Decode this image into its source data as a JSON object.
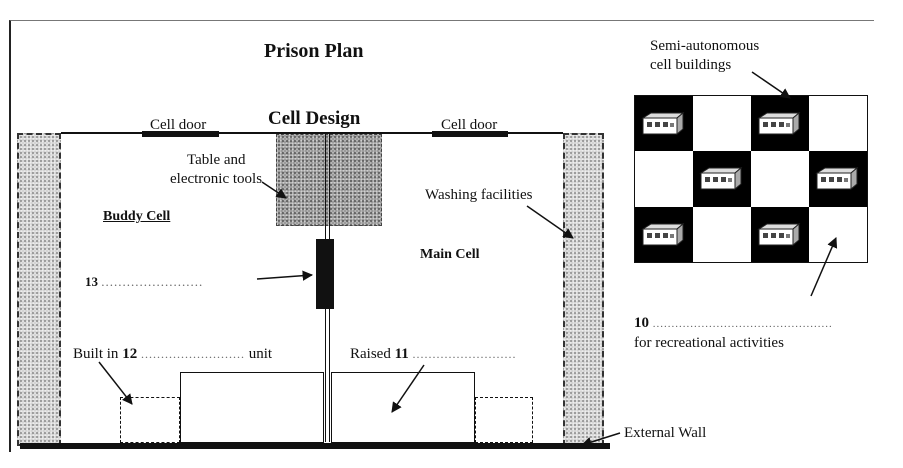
{
  "title": "Prison Plan",
  "subtitle": "Cell Design",
  "labels": {
    "cell_door_left": "Cell door",
    "cell_door_right": "Cell door",
    "table_tools_line1": "Table and",
    "table_tools_line2": "electronic tools",
    "buddy_cell": "Buddy Cell",
    "main_cell": "Main Cell",
    "washing": "Washing facilities",
    "external_wall": "External Wall",
    "semi_auto_line1": "Semi-autonomous",
    "semi_auto_line2": "cell buildings",
    "recreational": "for recreational activities"
  },
  "gaps": {
    "q13": {
      "number": "13",
      "dots": "........................"
    },
    "q12": {
      "prefix": "Built in",
      "number": "12",
      "dots": "..........................",
      "suffix": "unit"
    },
    "q11": {
      "prefix": "Raised",
      "number": "11",
      "dots": ".........................."
    },
    "q10": {
      "number": "10",
      "dots": "................................................"
    }
  },
  "grid_pattern": [
    [
      "black",
      "white",
      "black",
      "white"
    ],
    [
      "white",
      "black",
      "white",
      "black"
    ],
    [
      "black",
      "white",
      "black",
      "white"
    ]
  ],
  "colors": {
    "ink": "#111111",
    "wall_fill": "#d4d4d4",
    "table_fill": "#9b9b9b"
  }
}
